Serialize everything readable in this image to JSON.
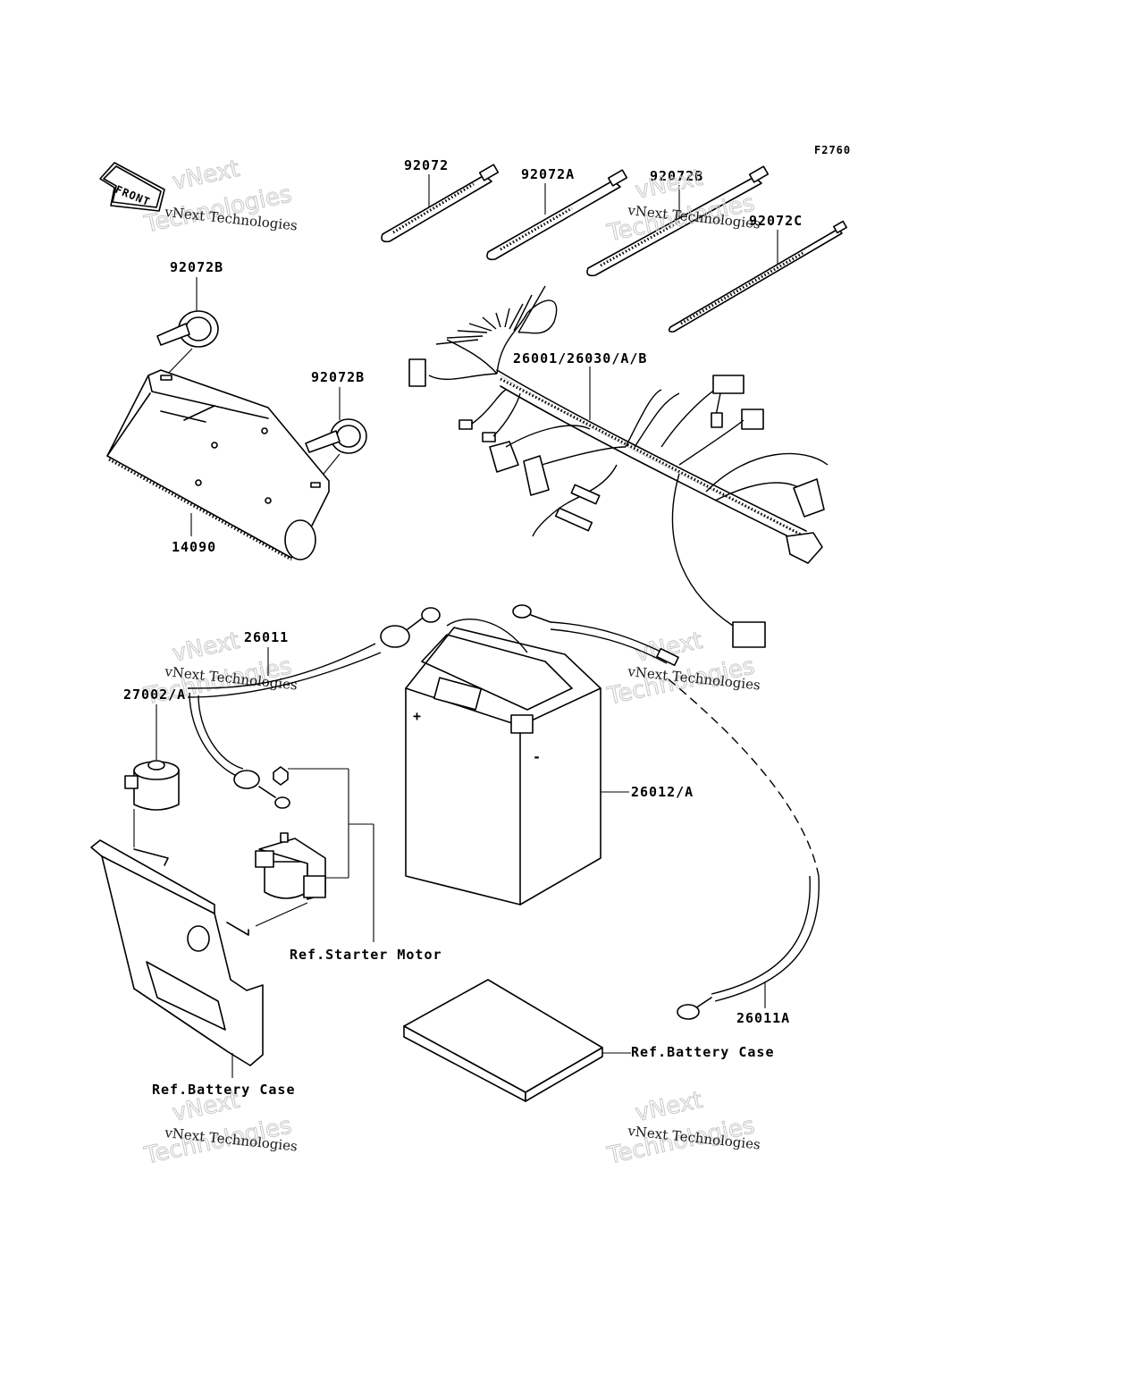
{
  "figure_code": "F2760",
  "front_label": "FRONT",
  "watermark": {
    "line1": "vNext Technologies",
    "line2": "vNext",
    "line3": "Technologies"
  },
  "labels": {
    "tie_92072": "92072",
    "tie_92072A": "92072A",
    "tie_92072B_top": "92072B",
    "tie_92072C": "92072C",
    "clamp_92072B_left": "92072B",
    "clamp_92072B_right": "92072B",
    "cover_14090": "14090",
    "harness": "26001/26030/A/B",
    "cable_26011": "26011",
    "relay_27002": "27002/A",
    "battery": "26012/A",
    "starter_ref": "Ref.Starter Motor",
    "cable_26011A": "26011A",
    "battery_case_ref_right": "Ref.Battery Case",
    "battery_case_ref_left": "Ref.Battery Case"
  }
}
